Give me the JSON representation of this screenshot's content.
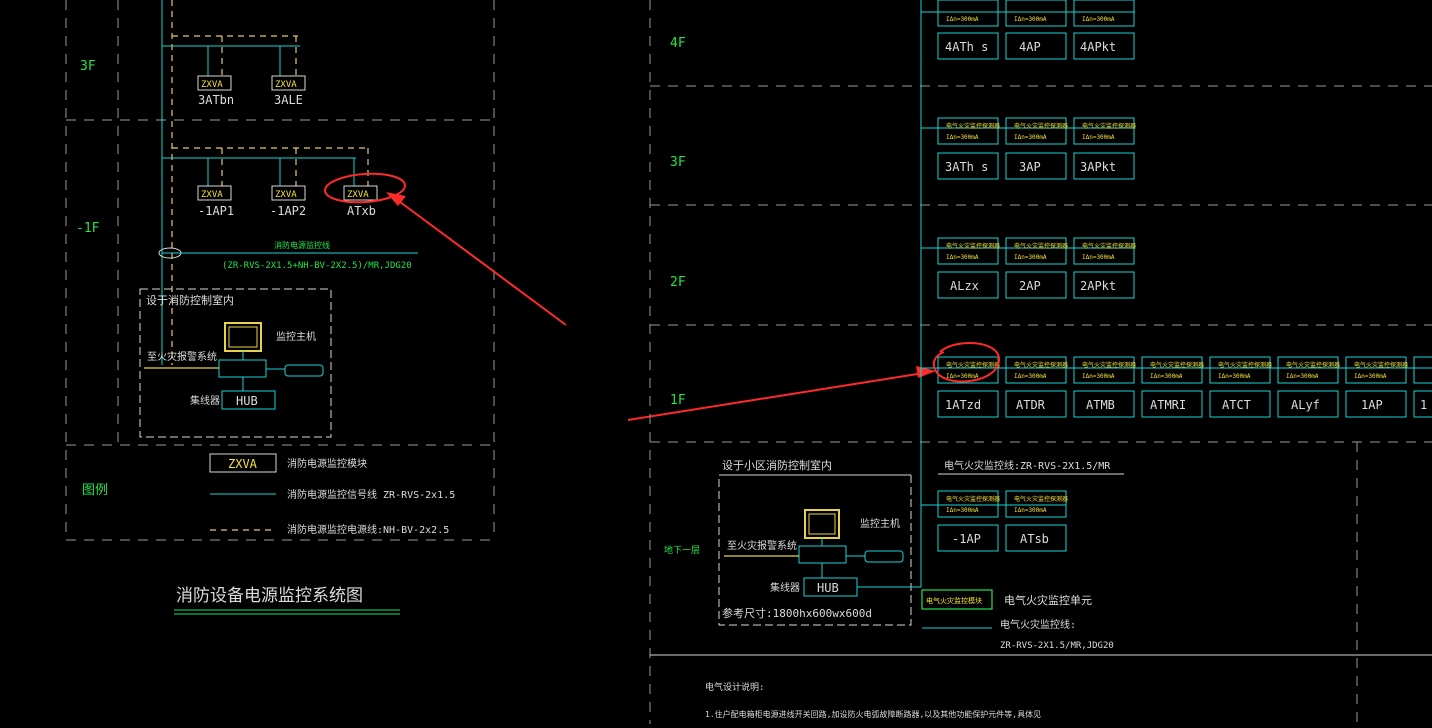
{
  "left_panel": {
    "floor_3f": "3F",
    "floor_b1": "-1F",
    "floor_legend": "图例",
    "top_module_label": "ZXVA",
    "top_devices": [
      "3ATbn",
      "3ALE"
    ],
    "mid_module_label": "ZXVA",
    "mid_devices": [
      "-1AP1",
      "-1AP2",
      "ATxb"
    ],
    "bus_title": "消防电源监控线",
    "bus_spec": "(ZR-RVS-2X1.5+NH-BV-2X2.5)/MR,JDG20",
    "control_room": "设于消防控制室内",
    "monitor_host": "监控主机",
    "alarm_link": "至火灾报警系统",
    "hub_label": "集线器",
    "hub": "HUB",
    "legend": [
      {
        "symbol": "ZXVA",
        "text": "消防电源监控模块"
      },
      {
        "symbol": "",
        "text": "消防电源监控信号线 ZR-RVS-2x1.5"
      },
      {
        "symbol": "",
        "text": "消防电源监控电源线:NH-BV-2x2.5"
      }
    ],
    "title": "消防设备电源监控系统图"
  },
  "right_panel": {
    "floors": [
      "4F",
      "3F",
      "2F",
      "1F",
      "地下一层"
    ],
    "module_line1": "电气火灾监控探测器",
    "module_line2": "IΔn=300mA",
    "row_4f": [
      "4ATh s",
      "4AP",
      "4APkt"
    ],
    "row_3f": [
      "3ATh s",
      "3AP",
      "3APkt"
    ],
    "row_2f": [
      "ALzx",
      "2AP",
      "2APkt"
    ],
    "row_1f": [
      "1ATzd",
      "ATDR",
      "ATMB",
      "ATMRI",
      "ATCT",
      "ALyf",
      "1AP",
      "1"
    ],
    "row_b1": [
      "-1AP",
      "ATsb"
    ],
    "control_room": "设于小区消防控制室内",
    "bus_label": "电气火灾监控线:ZR-RVS-2X1.5/MR",
    "monitor_host": "监控主机",
    "alarm_link": "至火灾报警系统",
    "hub_label": "集线器",
    "hub": "HUB",
    "size_note": "参考尺寸:1800hx600wx600d",
    "legend_module": "电气火灾监控模块",
    "legend_module_text": "电气火灾监控单元",
    "legend_line_text": "电气火灾监控线:",
    "legend_line_spec": "ZR-RVS-2X1.5/MR,JDG20",
    "notes_title": "电气设计说明:",
    "notes_line1": "1.住户配电箱柜电源进线开关回路,加设防火电弧故障断路器,以及其他功能保护元件等,具体见"
  }
}
